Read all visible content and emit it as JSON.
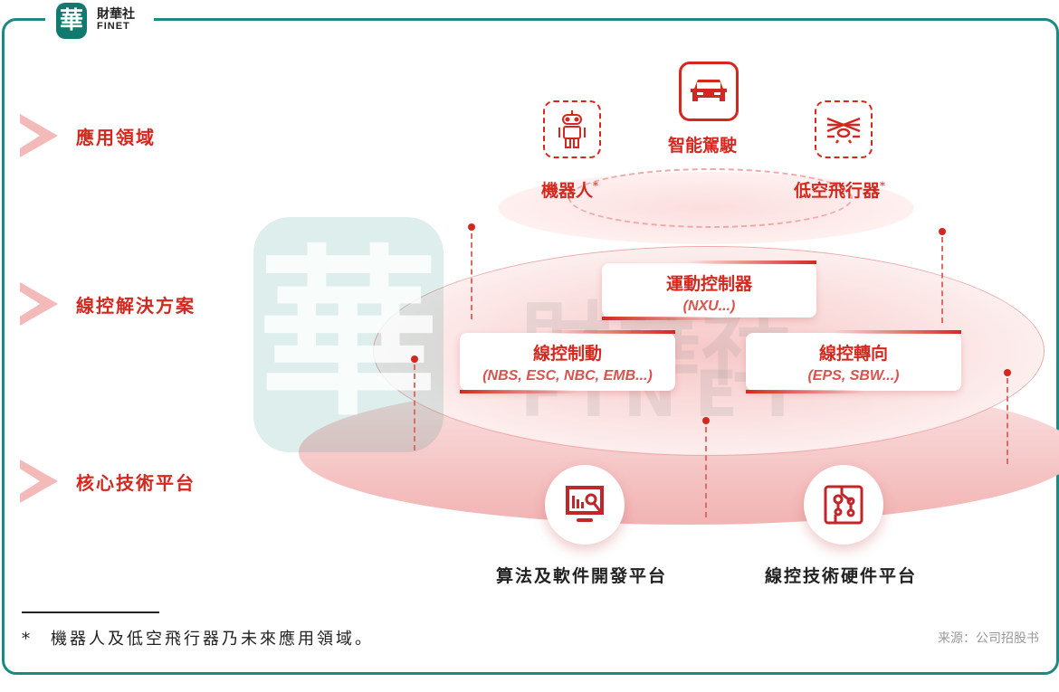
{
  "logo": {
    "mark": "華",
    "name_zh": "財華社",
    "name_en": "FINET"
  },
  "rows": [
    {
      "label": "應用領域"
    },
    {
      "label": "線控解決方案"
    },
    {
      "label": "核心技術平台"
    }
  ],
  "applications": [
    {
      "label": "機器人",
      "note": "*",
      "icon": "robot-icon"
    },
    {
      "label": "智能駕駛",
      "icon": "car-icon"
    },
    {
      "label": "低空飛行器",
      "note": "*",
      "icon": "drone-icon"
    }
  ],
  "solutions": [
    {
      "title": "運動控制器",
      "subtitle": "(NXU...)"
    },
    {
      "title": "線控制動",
      "subtitle": "(NBS, ESC, NBC, EMB...)"
    },
    {
      "title": "線控轉向",
      "subtitle": "(EPS, SBW...)"
    }
  ],
  "platforms": [
    {
      "label": "算法及軟件開發平台",
      "icon": "monitor-analytics-icon"
    },
    {
      "label": "線控技術硬件平台",
      "icon": "circuit-board-icon"
    }
  ],
  "footnote": {
    "mark": "*",
    "text": "機器人及低空飛行器乃未來應用領域。"
  },
  "source": "来源：公司招股书",
  "colors": {
    "accent": "#d4281f",
    "teal": "#1b8a80"
  }
}
